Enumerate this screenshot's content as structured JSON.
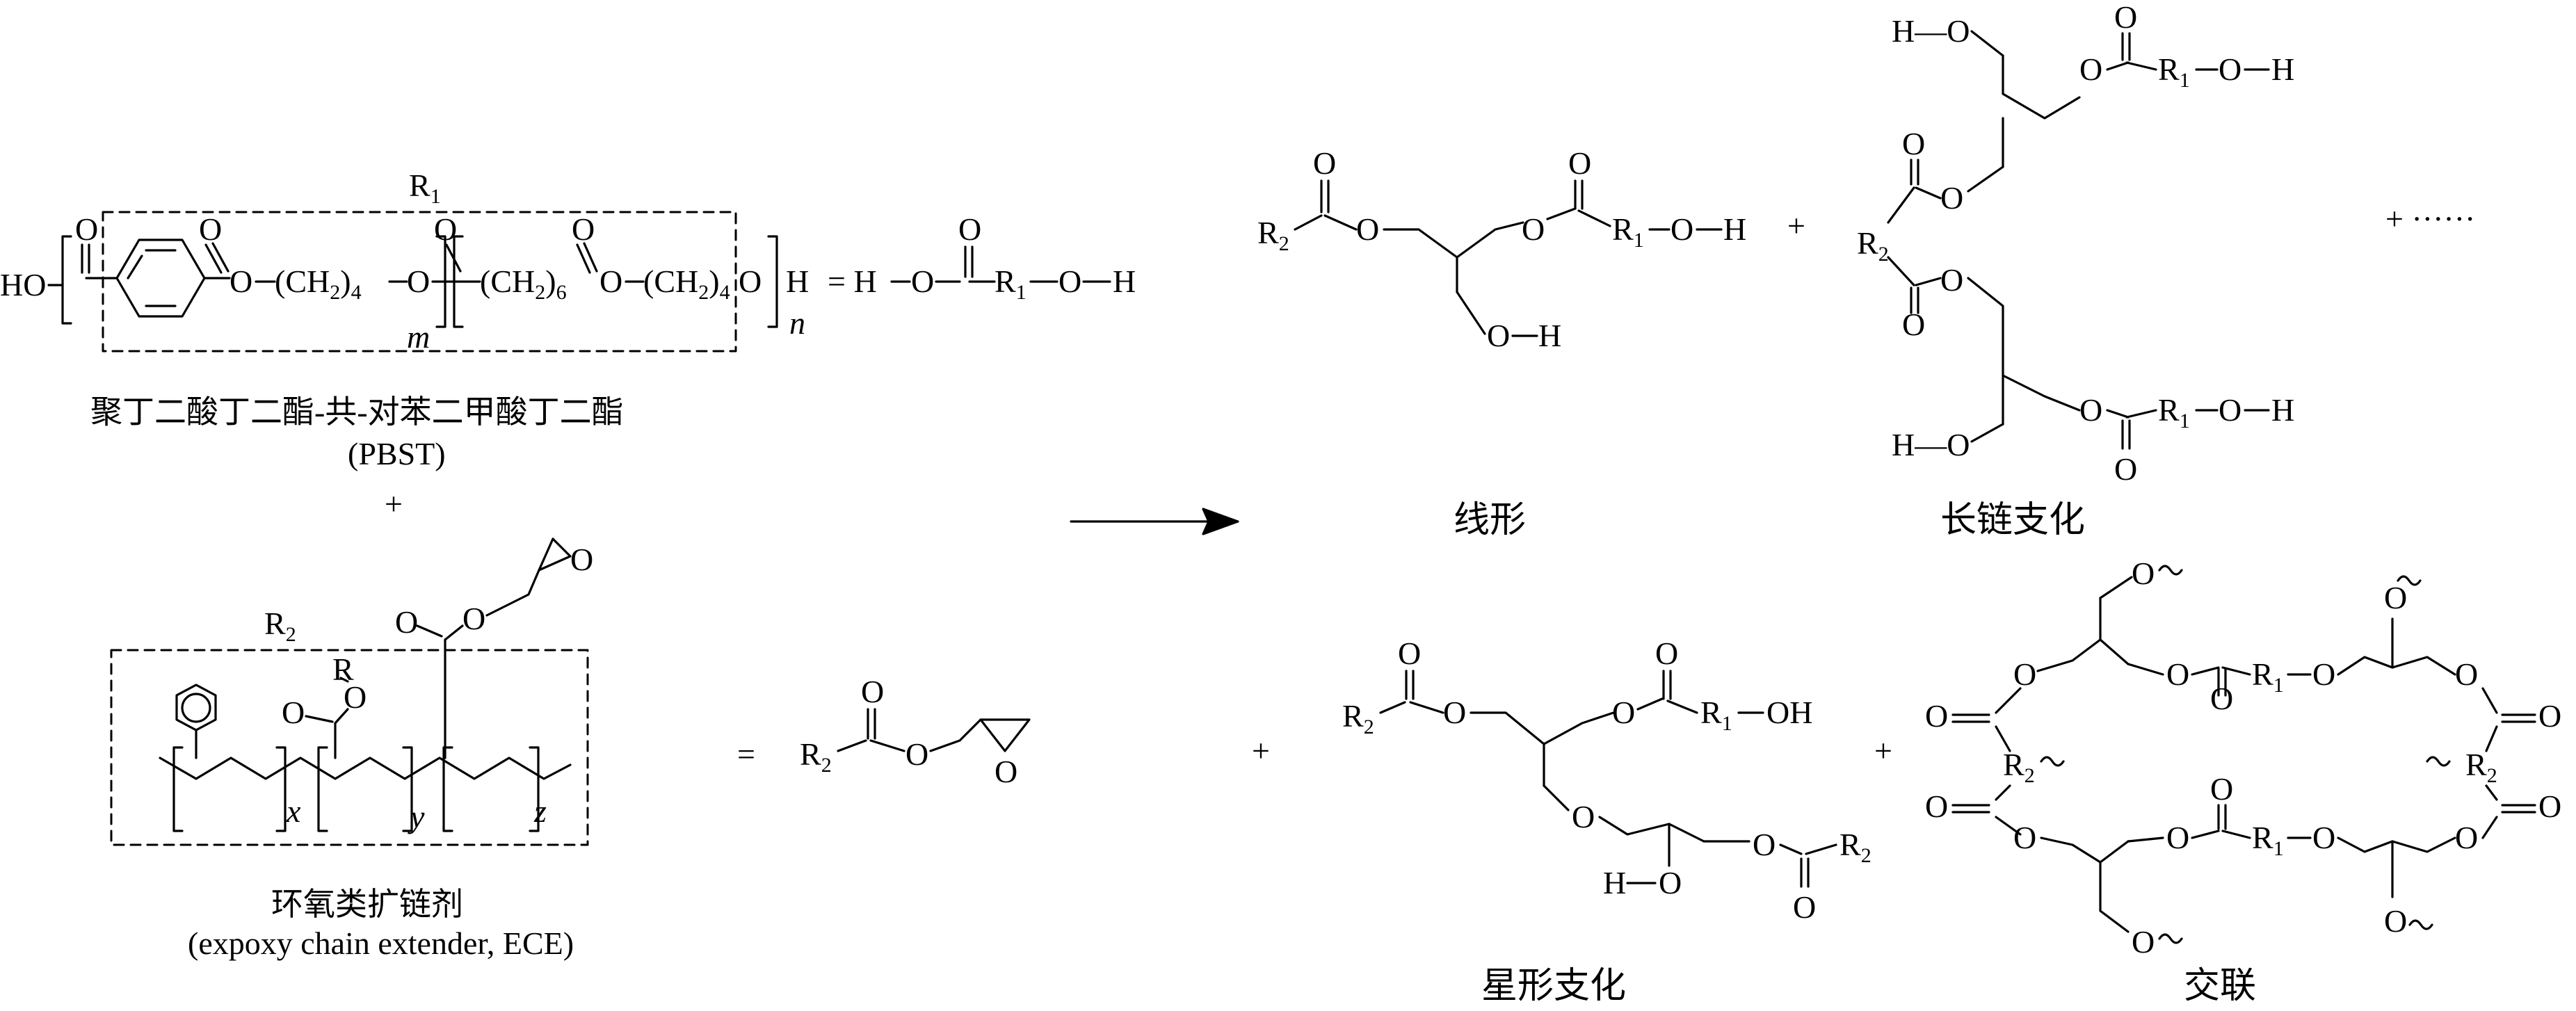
{
  "left_panel": {
    "pbst": {
      "r1_label": "R",
      "r1_sub": "1",
      "ho": "HO",
      "carbonyl_o": "O",
      "o_link": "O",
      "ch2": "(CH",
      "sub2": "2",
      "close4": ")",
      "sub4": "4",
      "sub6": "6",
      "m": "m",
      "n": "n",
      "h": "H",
      "equals_expr": "= H",
      "caption_cn": "聚丁二酸丁二酯-共-对苯二甲酸丁二酯",
      "caption_abbr": "(PBST)"
    },
    "plus": "+",
    "ece": {
      "r2_label": "R",
      "r2_sub": "2",
      "r_label": "R",
      "x": "x",
      "y": "y",
      "z": "z",
      "equals": "=",
      "caption_cn": "环氧类扩链剂",
      "caption_en": "(expoxy chain extender, ECE)"
    }
  },
  "products": {
    "linear": {
      "caption": "线形"
    },
    "long_chain": {
      "caption": "长链支化"
    },
    "star": {
      "caption": "星形支化"
    },
    "crosslink": {
      "caption": "交联"
    },
    "plus": "+",
    "more": "+ ······"
  },
  "atoms": {
    "O": "O",
    "H": "H",
    "OH": "OH",
    "HO": "H—O",
    "R": "R",
    "sub1": "1",
    "sub2": "2"
  },
  "colors": {
    "ink": "#000000",
    "background": "#ffffff"
  }
}
